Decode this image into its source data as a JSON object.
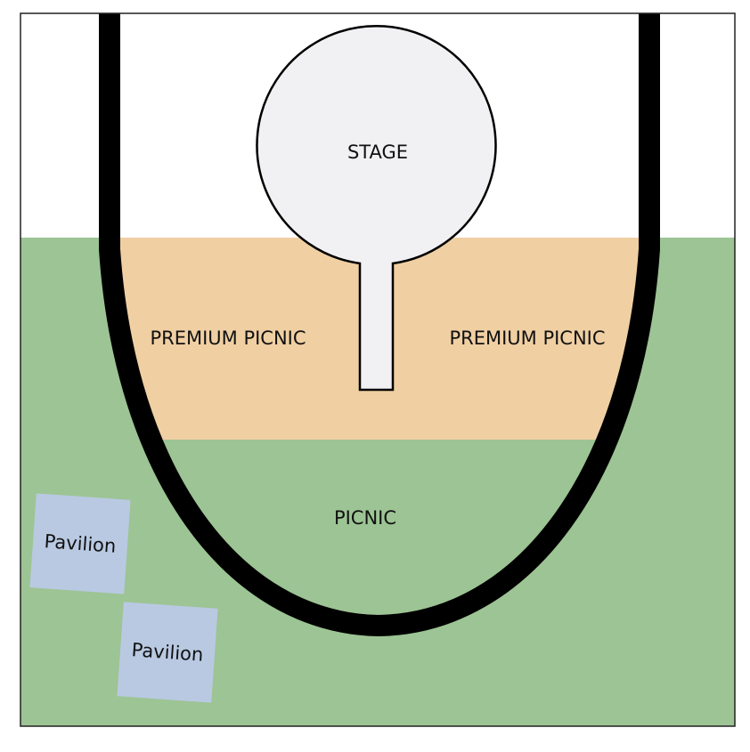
{
  "map": {
    "colors": {
      "background": "#ffffff",
      "lawn": "#9dc494",
      "premium": "#f0cfa3",
      "track": "#000000",
      "stage": "#f1f0f3",
      "pavilion": "#b9c9e2",
      "frame": "#222222"
    },
    "labels": {
      "stage": "STAGE",
      "premium_left": "PREMIUM PICNIC",
      "premium_right": "PREMIUM PICNIC",
      "picnic": "PICNIC",
      "pavilion_1": "Pavilion",
      "pavilion_2": "Pavilion"
    }
  }
}
